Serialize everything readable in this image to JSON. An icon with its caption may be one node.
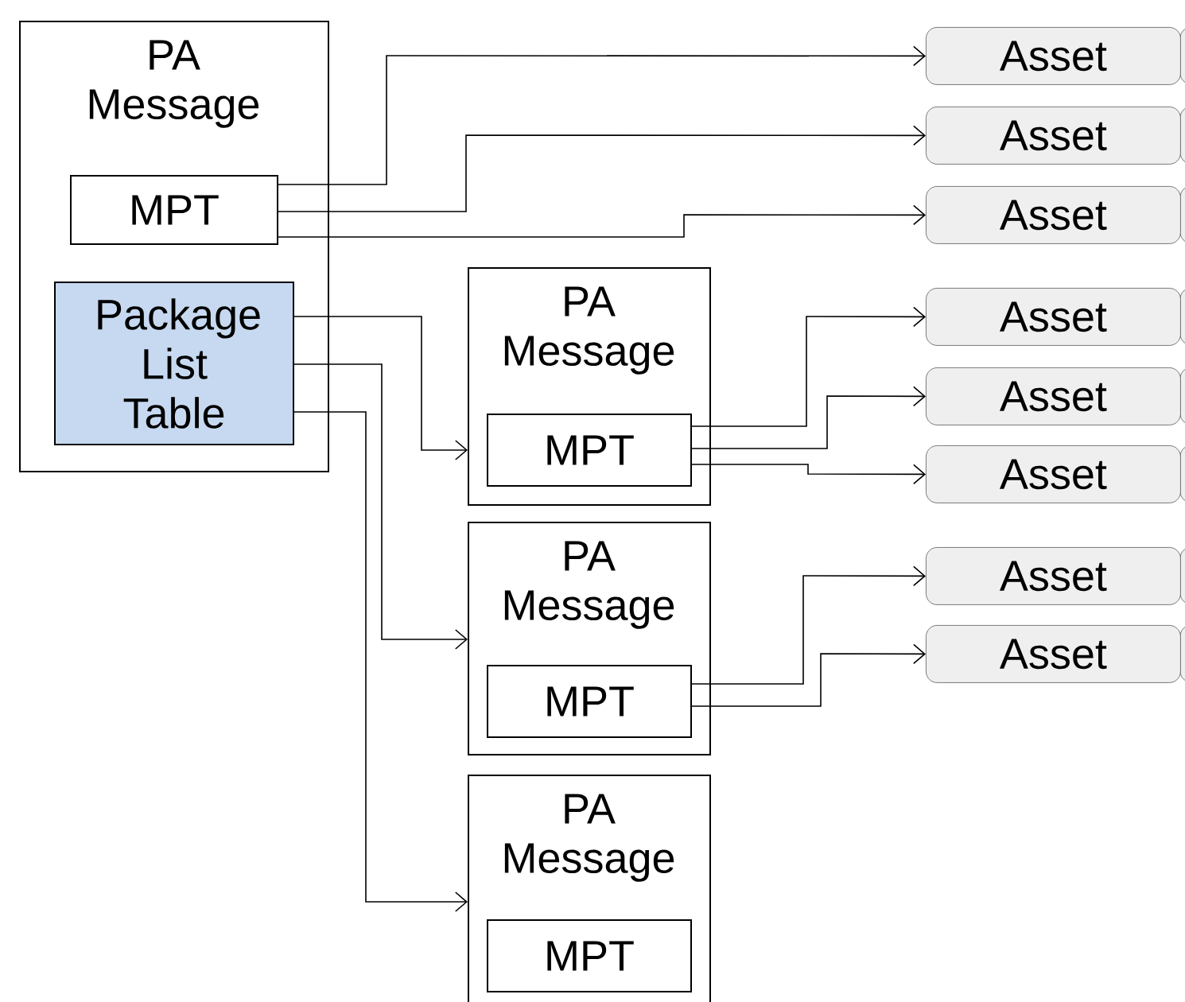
{
  "diagram": {
    "nodes": [
      {
        "text": [
          "PA Message"
        ]
      },
      {
        "text": [
          "MPT"
        ],
        "in": 0
      },
      {
        "text": [
          "Package List Table"
        ],
        "in": 0
      },
      {
        "text": [
          "PA Message"
        ]
      },
      {
        "text": [
          "MPT"
        ],
        "in": 3
      },
      {
        "text": [
          "PA Message"
        ]
      },
      {
        "text": [
          "MPT"
        ],
        "in": 5
      },
      {
        "text": [
          "PA Message"
        ]
      },
      {
        "text": [
          "MPT"
        ],
        "in": 7
      },
      {
        "text": [
          "Asset"
        ]
      },
      {
        "text": [
          "Asset"
        ]
      },
      {
        "text": [
          "Asset"
        ]
      },
      {
        "text": [
          "Asset"
        ]
      },
      {
        "text": [
          "Asset"
        ]
      },
      {
        "text": [
          "Asset"
        ]
      },
      {
        "text": [
          "Asset"
        ]
      },
      {
        "text": [
          "Asset"
        ]
      }
    ],
    "edges": [
      {
        "from": 1,
        "to": 9,
        "arrow": "to"
      },
      {
        "from": 1,
        "to": 10,
        "arrow": "to"
      },
      {
        "from": 1,
        "to": 11,
        "arrow": "to"
      },
      {
        "from": 2,
        "to": 3,
        "arrow": "to"
      },
      {
        "from": 2,
        "to": 5,
        "arrow": "to"
      },
      {
        "from": 2,
        "to": 7,
        "arrow": "to"
      },
      {
        "from": 4,
        "to": 12,
        "arrow": "to"
      },
      {
        "from": 4,
        "to": 13,
        "arrow": "to"
      },
      {
        "from": 4,
        "to": 14,
        "arrow": "to"
      },
      {
        "from": 6,
        "to": 15,
        "arrow": "to"
      },
      {
        "from": 6,
        "to": 16,
        "arrow": "to"
      }
    ]
  }
}
